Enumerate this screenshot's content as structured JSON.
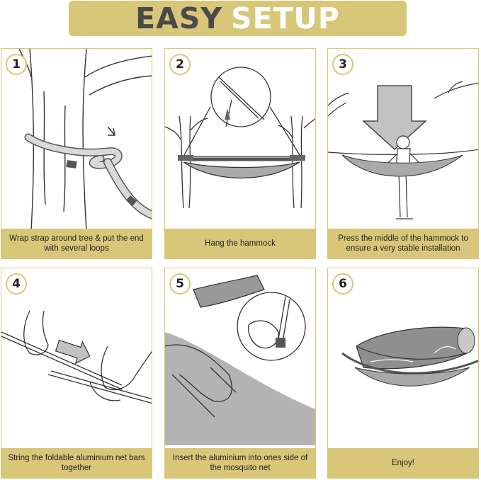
{
  "title": {
    "word1": "EASY",
    "word2": "SETUP"
  },
  "steps": [
    {
      "number": "1",
      "caption": "Wrap strap around tree & put the end with several loops"
    },
    {
      "number": "2",
      "caption": "Hang the hammock"
    },
    {
      "number": "3",
      "caption": "Press the middle of the hammock to ensure a very stable installation"
    },
    {
      "number": "4",
      "caption": "String the foldable aluminium net bars together"
    },
    {
      "number": "5",
      "caption": "Insert the aluminium into ones side of the mosquito net"
    },
    {
      "number": "6",
      "caption": "Enjoy!"
    }
  ],
  "colors": {
    "accent": "#d8c778",
    "title_dark": "#4a4a4a",
    "line": "#333333"
  }
}
